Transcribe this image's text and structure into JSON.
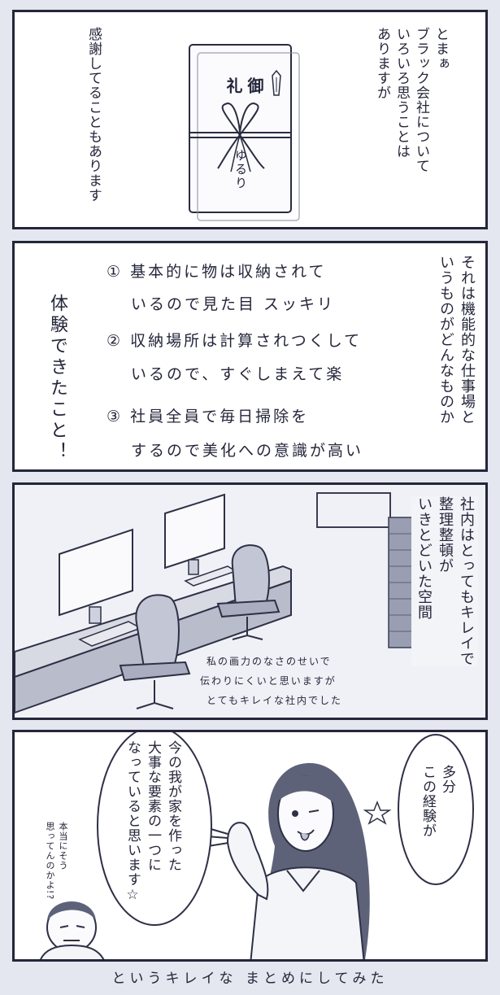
{
  "panel1": {
    "narration_right": "とまぁ\nブラック会社について\nいろいろ思うことは\nありますが",
    "narration_left": "感謝してることもあります",
    "envelope_title": "御\n礼",
    "envelope_name": "ゆるり"
  },
  "panel2": {
    "narration_right": "それは機能的な仕事場と\nいうものがどんなものか",
    "list_items": [
      "① 基本的に物は収納されて",
      "いるので見た目 スッキリ",
      "② 収納場所は計算されつくして",
      "いるので、すぐしまえて楽",
      "③ 社員全員で毎日掃除を",
      "するので美化への意識が高い"
    ],
    "narration_left": "体験できたこと！"
  },
  "panel3": {
    "narration_right": "社内はとってもキレイで\n整理整頓が\nいきとどいた空間",
    "caption_lines": [
      "私の画力のなさのせいで",
      "伝わりにくいと思いますが",
      "とてもキレイな社内でした"
    ]
  },
  "panel4": {
    "bubble_small": "多分\nこの経験が",
    "bubble_large": "今の我が家を作った\n大事な要素の一つに\nなっていると思います☆",
    "aside": "本当にそう\n思ってんのかよ!?"
  },
  "footer_text": "というキレイな まとめにしてみた"
}
